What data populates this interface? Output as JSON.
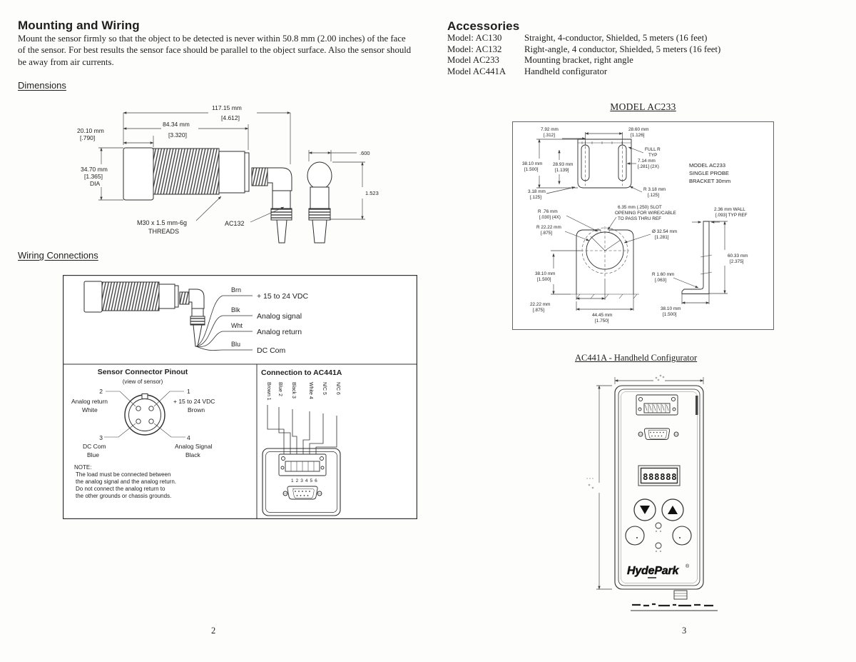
{
  "left_page": {
    "heading": "Mounting and Wiring",
    "intro": "Mount the sensor firmly so that the object to be detected is never within 50.8 mm (2.00 inches) of the face of the sensor.  For best results the sensor face should be parallel to the object surface.  Also the sensor should be away from air currents.",
    "dimensions_heading": "Dimensions",
    "dims": {
      "overall": "117.15 mm",
      "overall_in": "[4.612]",
      "body_len": "84.34 mm",
      "body_len_in": "[3.320]",
      "face_len": "20.10 mm",
      "face_len_in": "[.790]",
      "dia": "34.70 mm",
      "dia_in": "[1.365]",
      "dia_label": "DIA",
      "thread1": "M30 x 1.5 mm-6g",
      "thread2": "THREADS",
      "cable": "AC132",
      "conn_w": ".600",
      "conn_h": "1.523"
    },
    "wiring": {
      "heading": "Wiring Connections",
      "wires": [
        {
          "abbr": "Brn",
          "desc": "+ 15 to 24 VDC"
        },
        {
          "abbr": "Blk",
          "desc": "Analog signal"
        },
        {
          "abbr": "Wht",
          "desc": "Analog return"
        },
        {
          "abbr": "Blu",
          "desc": "DC Com"
        }
      ],
      "pinout": {
        "title": "Sensor Connector Pinout",
        "subtitle": "(view of sensor)",
        "pins": [
          {
            "num": "2",
            "l1": "Analog return",
            "l2": "White"
          },
          {
            "num": "1",
            "l1": "+ 15 to 24 VDC",
            "l2": "Brown"
          },
          {
            "num": "3",
            "l1": "DC Com",
            "l2": "Blue"
          },
          {
            "num": "4",
            "l1": "Analog Signal",
            "l2": "Black"
          }
        ],
        "note_title": "NOTE:",
        "note_lines": [
          "The load must be connected between",
          "the analog signal and the analog return.",
          "Do not connect the analog return to",
          "the other grounds or chassis grounds."
        ]
      },
      "connection": {
        "title": "Connection to AC441A",
        "wire_labels": [
          "Brown 1",
          "Blue 2",
          "Black 3",
          "White 4",
          "N/C 5",
          "N/C 6"
        ],
        "terminals": "123456"
      }
    },
    "page_number": "2"
  },
  "right_page": {
    "heading": "Accessories",
    "accessories": [
      {
        "model": "Model: AC130",
        "desc": "Straight, 4-conductor, Shielded, 5 meters (16 feet)"
      },
      {
        "model": "Model: AC132",
        "desc": "Right-angle, 4 conductor, Shielded, 5 meters (16 feet)"
      },
      {
        "model": "Model AC233",
        "desc": "Mounting bracket, right angle"
      },
      {
        "model": "Model AC441A",
        "desc": "Handheld configurator"
      }
    ],
    "ac233": {
      "title": "MODEL AC233",
      "note1": "MODEL AC233",
      "note2": "SINGLE PROBE",
      "note3": "BRACKET 30mm",
      "labels": {
        "tab_w": "7.92 mm",
        "tab_w_in": "[.312]",
        "slot_sp": "28.60 mm",
        "slot_sp_in": "[1.126]",
        "full_r1": "FULL R",
        "full_r2": "TYP",
        "slot_len": "28.93 mm",
        "slot_len_in": "[1.139]",
        "slot_w": "7.14 mm",
        "slot_w_in": "[.281] (2X)",
        "height": "38.10 mm",
        "height_in": "[1.500]",
        "corner": "3.18 mm",
        "corner_in": "[.125]",
        "corner_r": "R 3.18 mm",
        "corner_r_in": "[.125]",
        "notch_r": "R .76 mm",
        "notch_r_in": "[.030] (4X)",
        "bore_r": "R 22.22 mm",
        "bore_r_in": "[.875]",
        "slot_note1": "6.35 mm (.250) SLOT",
        "slot_note2": "OPENING FOR WIRE/CABLE",
        "slot_note3": "TO PASS THRU REF",
        "bore_dia": "Ø 32.54 mm",
        "bore_dia_in": "[1.281]",
        "center_h": "38.10 mm",
        "center_h_in": "[1.500]",
        "center_off": "22.22 mm",
        "center_off_in": "[.875]",
        "base_w": "44.45 mm",
        "base_w_in": "[1.750]",
        "foot_r": "R 1.60 mm",
        "foot_r_in": "[.063]",
        "foot_len": "38.10 mm",
        "foot_len_in": "[1.500]",
        "wall": "2.36 mm WALL",
        "wall_in": "[.093] TYP REF",
        "side_h": "60.33 mm",
        "side_h_in": "[2.375]"
      }
    },
    "ac441a": {
      "title": "AC441A - Handheld Configurator",
      "logo": "HydePark",
      "logo_reg": "®",
      "display": "888888"
    },
    "page_number": "3"
  }
}
